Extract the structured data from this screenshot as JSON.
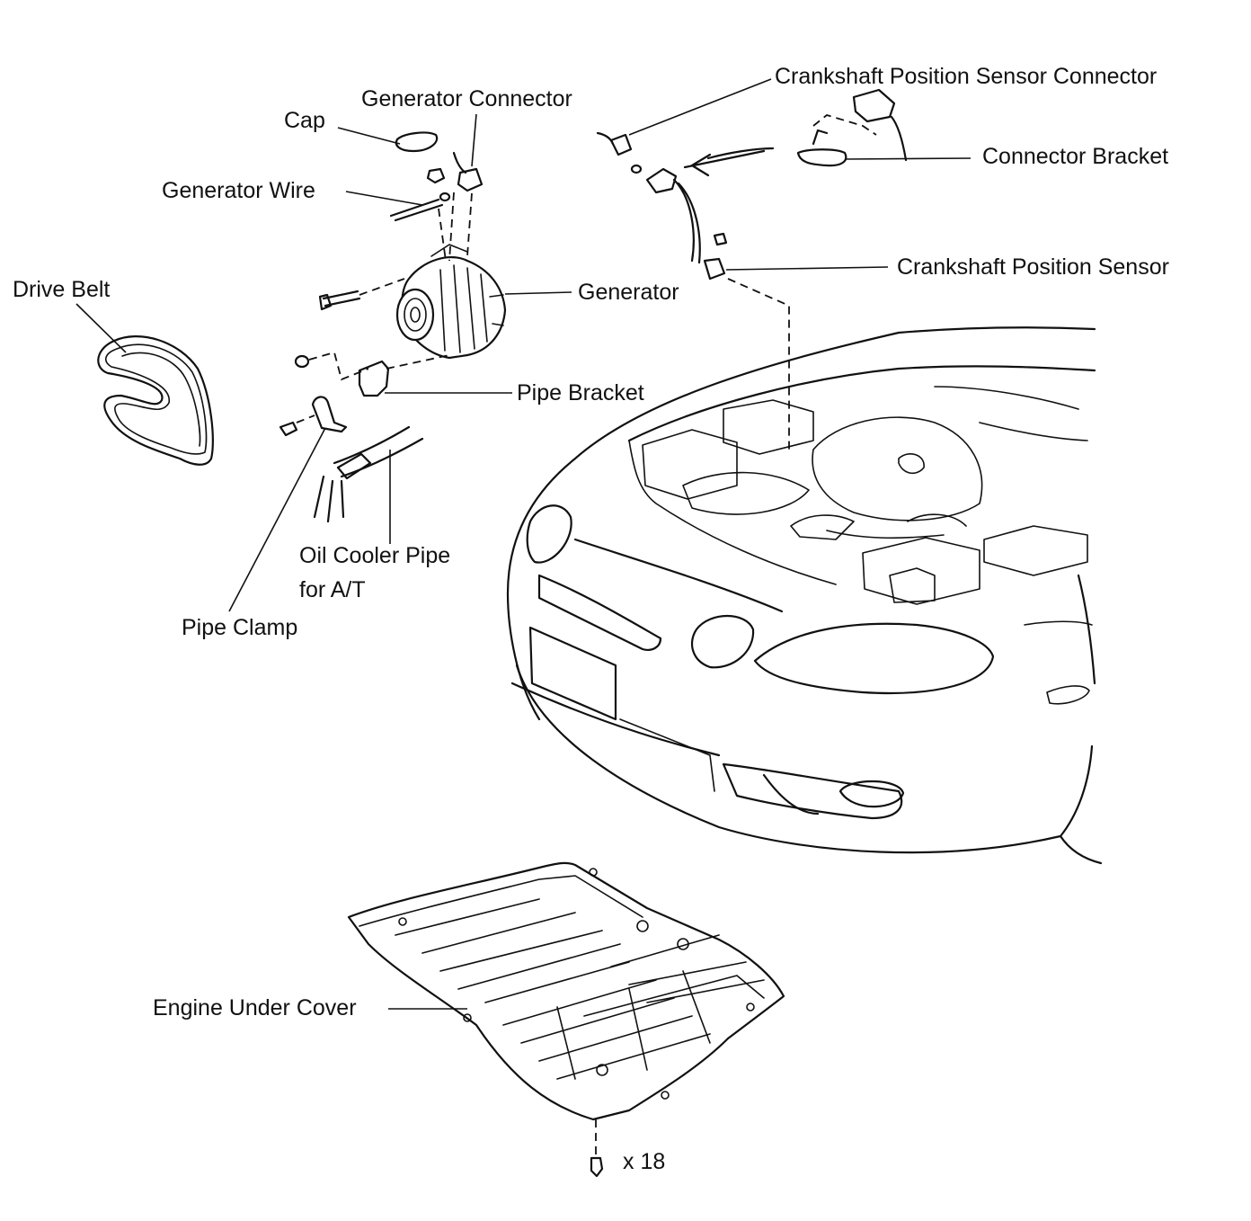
{
  "labels": {
    "crankshaft_position_sensor_connector": "Crankshaft Position Sensor Connector",
    "generator_connector": "Generator Connector",
    "cap": "Cap",
    "connector_bracket": "Connector Bracket",
    "generator_wire": "Generator Wire",
    "crankshaft_position_sensor": "Crankshaft Position Sensor",
    "drive_belt": "Drive Belt",
    "generator": "Generator",
    "pipe_bracket": "Pipe Bracket",
    "oil_cooler_pipe_line1": "Oil Cooler Pipe",
    "oil_cooler_pipe_line2": "for A/T",
    "pipe_clamp": "Pipe Clamp",
    "engine_under_cover": "Engine Under Cover",
    "bolt_count": "x 18"
  }
}
